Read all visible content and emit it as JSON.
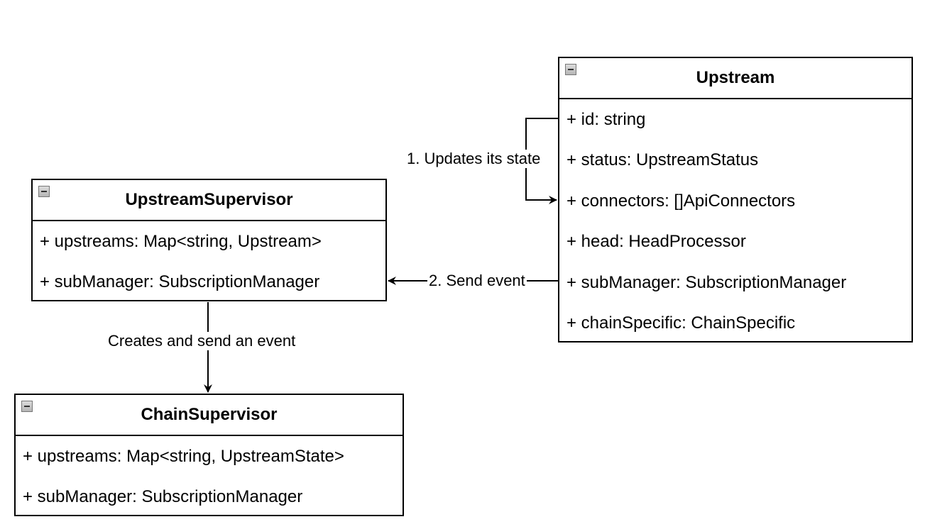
{
  "classes": {
    "upstream": {
      "title": "Upstream",
      "fields": [
        "+ id: string",
        "+ status: UpstreamStatus",
        "+ connectors: []ApiConnectors",
        "+ head: HeadProcessor",
        "+ subManager: SubscriptionManager",
        "+ chainSpecific: ChainSpecific"
      ]
    },
    "upstream_supervisor": {
      "title": "UpstreamSupervisor",
      "fields": [
        "+ upstreams: Map<string, Upstream>",
        "+ subManager: SubscriptionManager"
      ]
    },
    "chain_supervisor": {
      "title": "ChainSupervisor",
      "fields": [
        "+ upstreams: Map<string, UpstreamState>",
        "+ subManager: SubscriptionManager"
      ]
    }
  },
  "edges": {
    "updates_state": "1. Updates its state",
    "send_event": "2. Send event",
    "creates_and_send": "Creates and send an event"
  }
}
